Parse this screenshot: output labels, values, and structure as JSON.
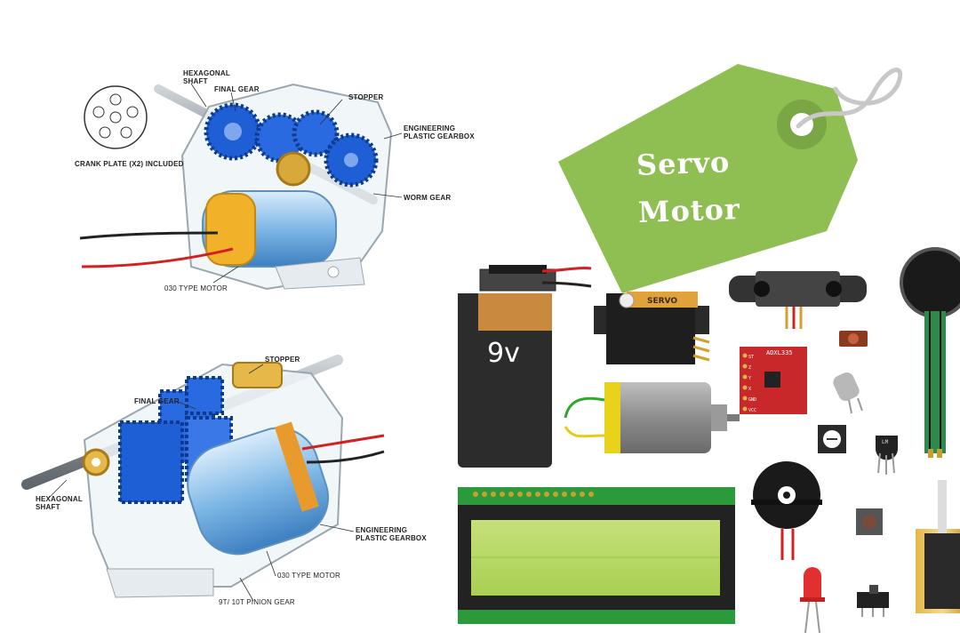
{
  "diagram_top": {
    "labels": {
      "hexagonal_shaft": "HEXAGONAL\nSHAFT",
      "final_gear": "FINAL GEAR",
      "stopper": "STOPPER",
      "engineering_gearbox": "ENGINEERING\nPLASTIC GEARBOX",
      "worm_gear": "WORM GEAR",
      "crank_plate": "CRANK PLATE (x2) INCLUDED",
      "motor_type": "030 TYPE MOTOR"
    }
  },
  "diagram_bottom": {
    "labels": {
      "stopper": "STOPPER",
      "final_gear": "FINAL GEAR",
      "hexagonal_shaft": "HEXAGONAL\nSHAFT",
      "engineering_gearbox": "ENGINEERING\nPLASTIC GEARBOX",
      "motor_type": "030 TYPE MOTOR",
      "pinion_gear": "9T/ 10T PINION GEAR"
    }
  },
  "tag": {
    "line1": "Servo",
    "line2": "Motor",
    "color": "#8fbe52"
  },
  "components": {
    "battery_label": "9v",
    "servo_label": "SERVO",
    "accelerometer_label": "ADXL335",
    "accelerometer_pins": "ST\nZ\nY\nX\nGND\nVCC",
    "ldr_chip": "LM"
  }
}
